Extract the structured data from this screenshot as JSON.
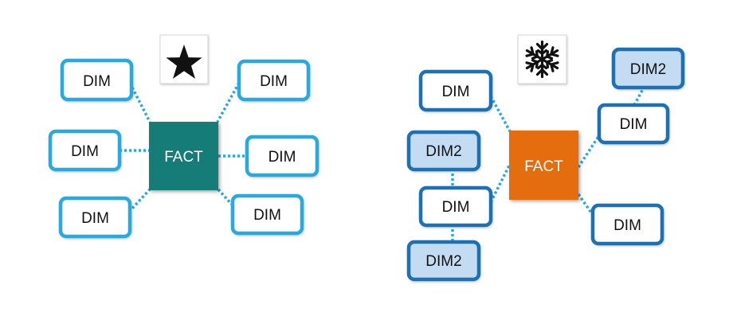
{
  "colors": {
    "star_dim_border": "#29a8e0",
    "snow_dim_border": "#1b6fb3",
    "dim2_fill": "#c3dcf2",
    "star_fact_fill": "#137c78",
    "snow_fact_fill": "#e46d0a",
    "connector": "#29a8e0",
    "text_dark": "#111111",
    "text_light": "#ffffff"
  },
  "star_schema": {
    "icon": "star-icon",
    "fact": {
      "label": "FACT"
    },
    "dims": [
      {
        "label": "DIM"
      },
      {
        "label": "DIM"
      },
      {
        "label": "DIM"
      },
      {
        "label": "DIM"
      },
      {
        "label": "DIM"
      },
      {
        "label": "DIM"
      }
    ]
  },
  "snowflake_schema": {
    "icon": "snowflake-icon",
    "fact": {
      "label": "FACT"
    },
    "dims": [
      {
        "label": "DIM"
      },
      {
        "label": "DIM2"
      },
      {
        "label": "DIM"
      },
      {
        "label": "DIM2"
      },
      {
        "label": "DIM2"
      },
      {
        "label": "DIM"
      },
      {
        "label": "DIM"
      }
    ]
  }
}
